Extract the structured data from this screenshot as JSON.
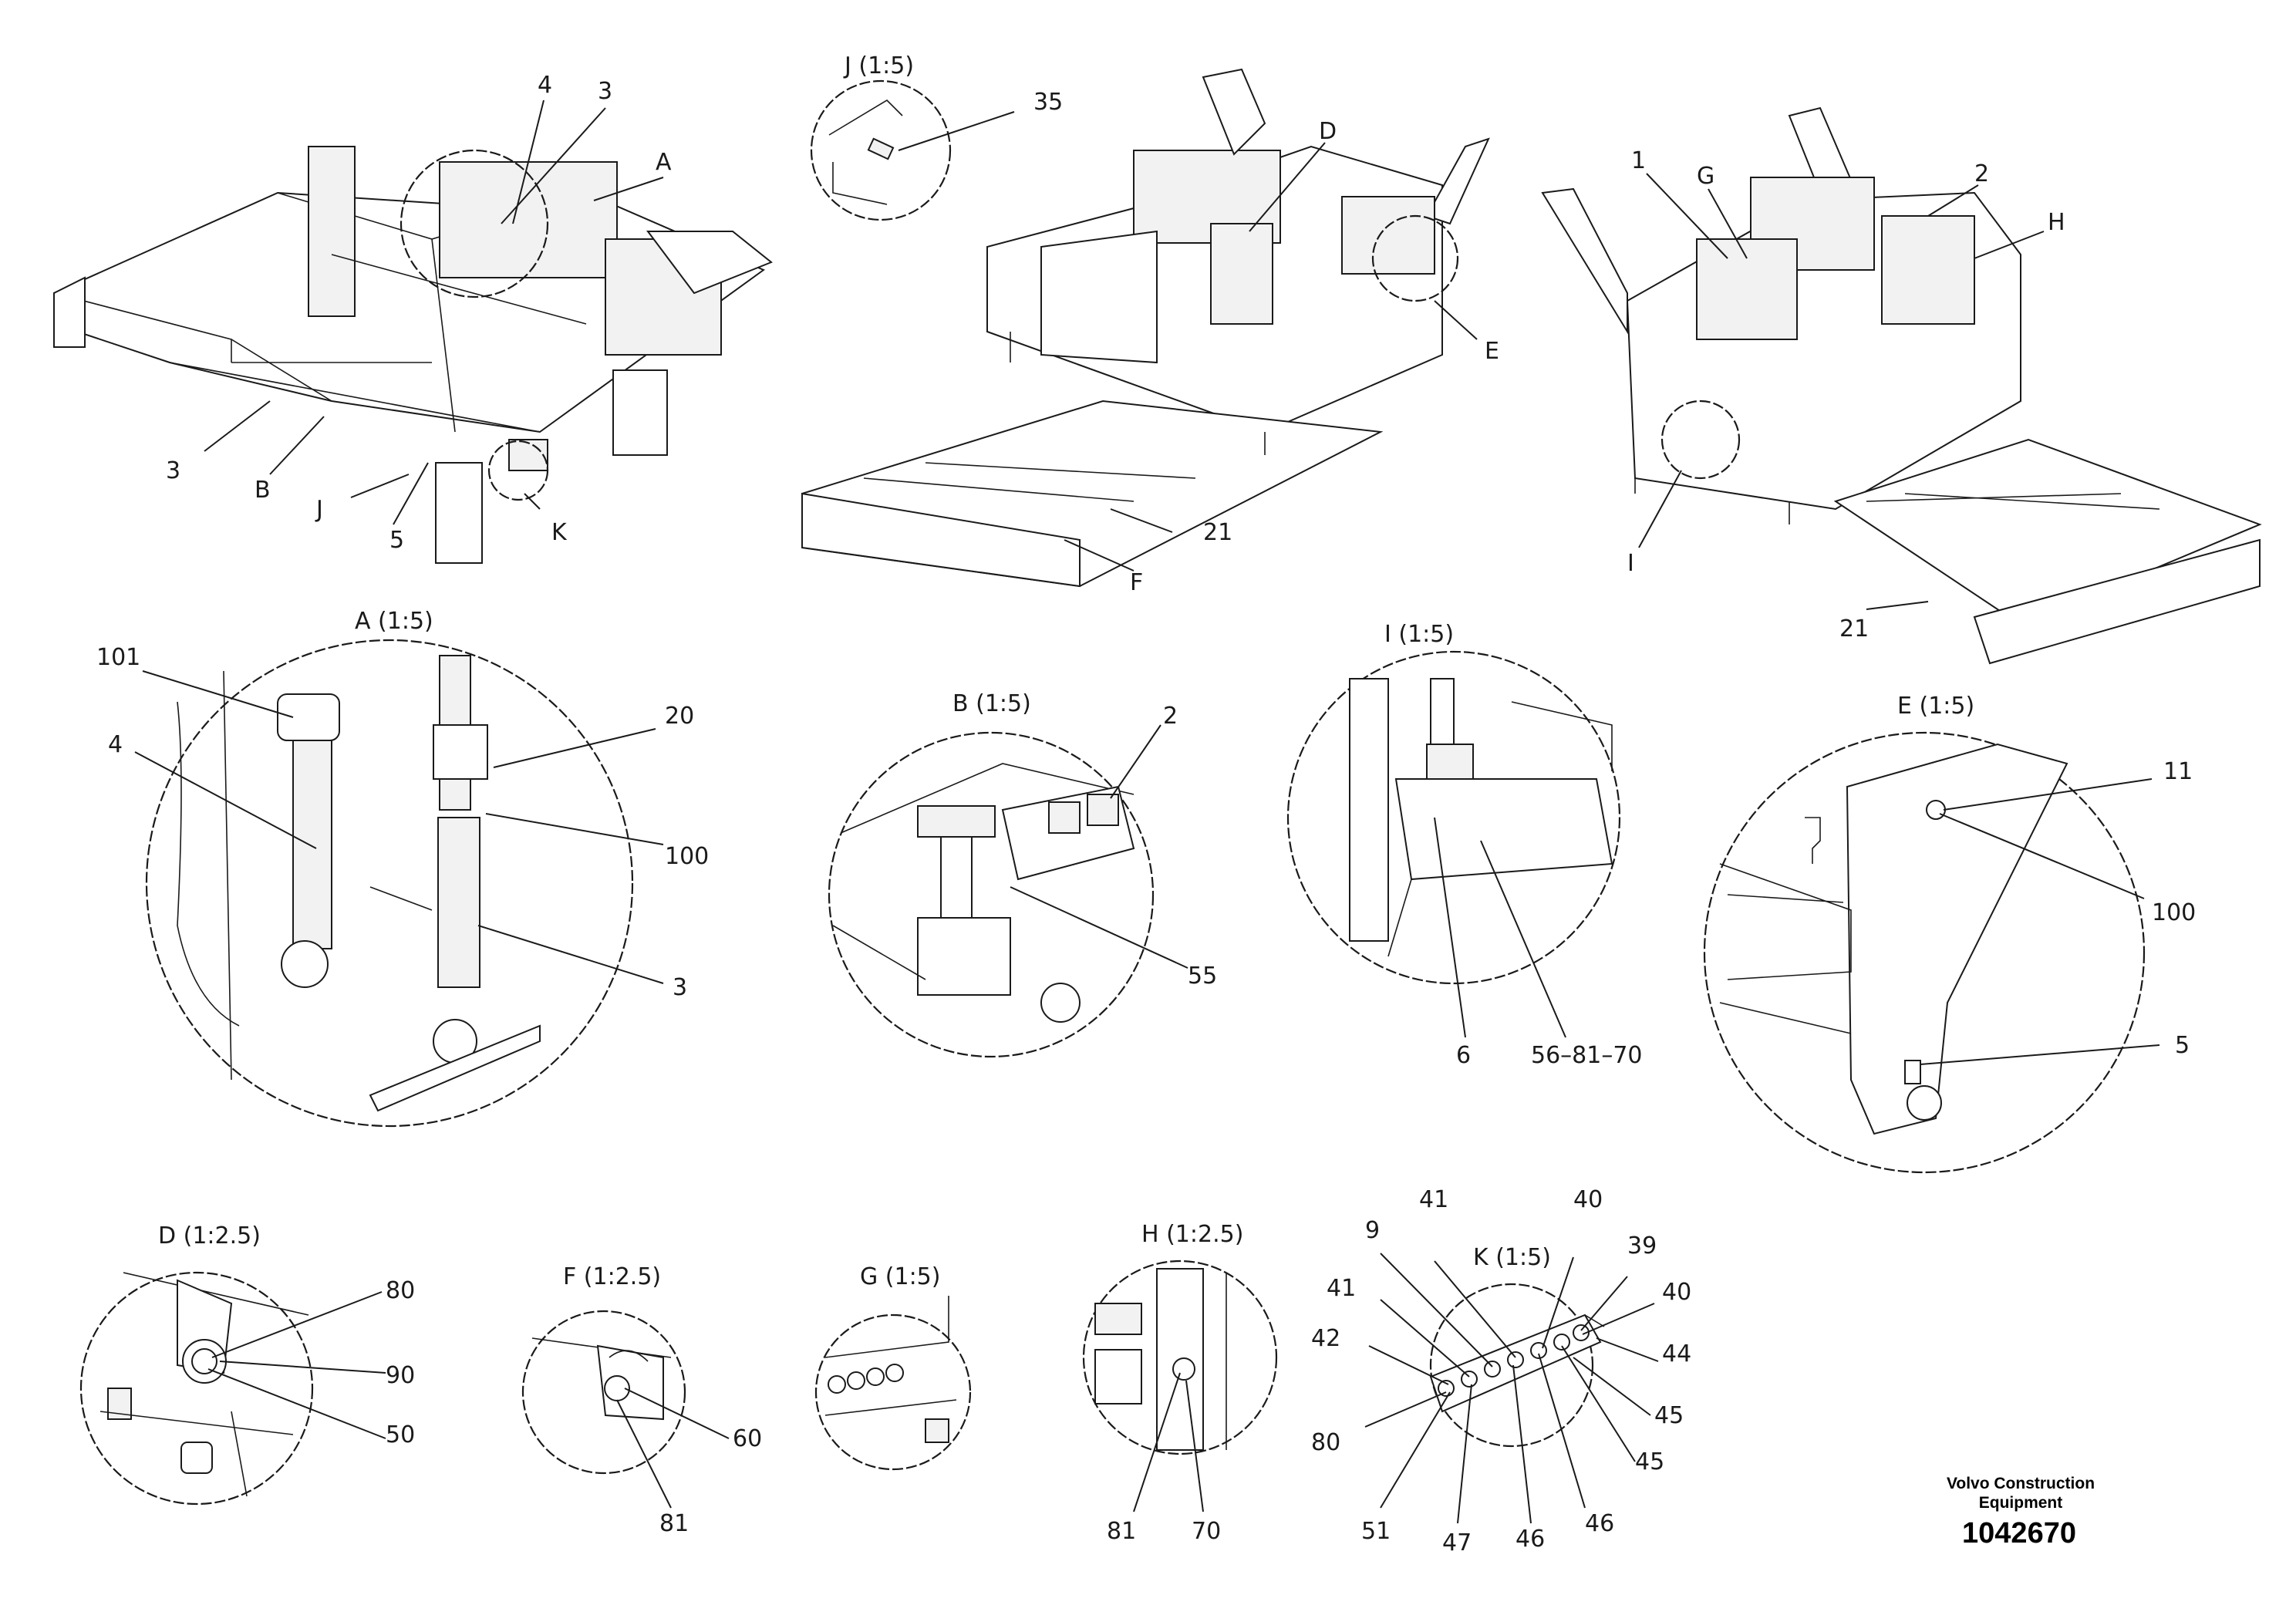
{
  "overview": {
    "left": {
      "labels": [
        "4",
        "3",
        "A",
        "3",
        "B",
        "J",
        "5",
        "K"
      ]
    },
    "center": {
      "labels": [
        "35",
        "D",
        "E",
        "21",
        "F"
      ]
    },
    "right": {
      "labels": [
        "1",
        "G",
        "2",
        "H",
        "I",
        "21"
      ]
    }
  },
  "details": {
    "J": {
      "title": "J (1:5)"
    },
    "A": {
      "title": "A (1:5)",
      "labels": [
        "101",
        "4",
        "20",
        "100",
        "3"
      ]
    },
    "B": {
      "title": "B (1:5)",
      "labels": [
        "2",
        "55"
      ]
    },
    "I": {
      "title": "I (1:5)",
      "labels": [
        "6",
        "56–81–70"
      ]
    },
    "E": {
      "title": "E (1:5)",
      "labels": [
        "11",
        "100",
        "5"
      ]
    },
    "D": {
      "title": "D (1:2.5)",
      "labels": [
        "80",
        "90",
        "50"
      ]
    },
    "F": {
      "title": "F (1:2.5)",
      "labels": [
        "60",
        "81"
      ]
    },
    "G": {
      "title": "G (1:5)"
    },
    "H": {
      "title": "H (1:2.5)",
      "labels": [
        "81",
        "70"
      ]
    },
    "K": {
      "title": "K (1:5)",
      "labels": [
        "41",
        "40",
        "9",
        "39",
        "41",
        "40",
        "42",
        "44",
        "45",
        "80",
        "45",
        "51",
        "46",
        "47",
        "46"
      ]
    }
  },
  "footer": {
    "brand_line1": "Volvo Construction",
    "brand_line2": "Equipment",
    "doc_number": "1042670"
  }
}
